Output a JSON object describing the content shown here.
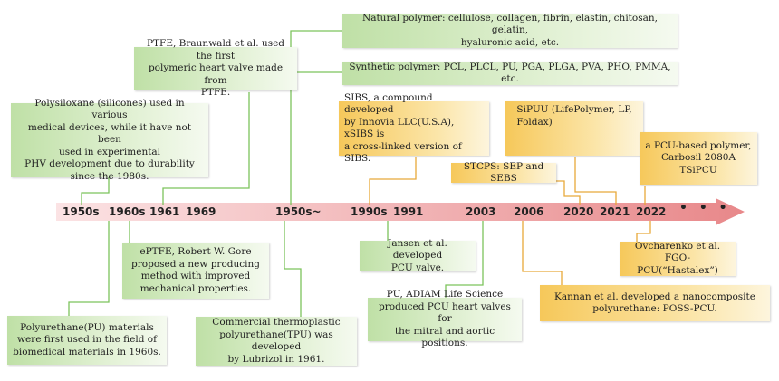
{
  "timeline": {
    "years": [
      "1950s",
      "1960s",
      "1961",
      "1969",
      "1950s~",
      "1990s",
      "1991",
      "2003",
      "2006",
      "2020",
      "2021",
      "2022"
    ],
    "ellipsis": "• • •"
  },
  "events": {
    "natural_polymer": [
      "Natural polymer: cellulose, collagen, fibrin, elastin, chitosan, gelatin,",
      "hyaluronic acid, etc."
    ],
    "synthetic_polymer": [
      "Synthetic polymer: PCL, PLCL, PU, PGA, PLGA, PVA, PHO, PMMA, etc."
    ],
    "ptfe": [
      "PTFE, Braunwald et al. used the first",
      "polymeric heart valve made from",
      "PTFE."
    ],
    "polysiloxane": [
      "Polysiloxane (silicones) used in various",
      "medical devices, while it have not been",
      "used in experimental",
      "PHV development due to durability",
      "since the 1980s."
    ],
    "sibs": [
      "SIBS, a compound developed",
      "by Innovia LLC(U.S.A), xSIBS is",
      "a cross-linked version of SIBS."
    ],
    "sipuu": [
      "SiPUU (LifePolymer, LP,",
      "Foldax)"
    ],
    "stcps": [
      "STCPS: SEP and SEBS"
    ],
    "pcu_based": [
      "a PCU-based polymer,",
      "Carbosil 2080A",
      "TSiPCU"
    ],
    "eptfe": [
      "ePTFE, Robert W. Gore",
      "proposed a new producing",
      "method with improved",
      "mechanical properties."
    ],
    "jansen": [
      "Jansen et al. developed",
      "PCU valve."
    ],
    "ovcharenko": [
      "Ovcharenko et al.",
      "FGO-PCU(“Hastalex”)"
    ],
    "kannan": [
      "Kannan et al. developed a nanocomposite",
      "polyurethane: POSS-PCU."
    ],
    "pu_adiam": [
      "PU, ADIAM Life Science",
      "produced PCU heart valves for",
      "the mitral and aortic positions."
    ],
    "polyurethane": [
      "Polyurethane(PU) materials",
      "were first used in the field of",
      "biomedical materials in 1960s."
    ],
    "tpu": [
      "Commercial thermoplastic",
      "polyurethane(TPU) was developed",
      "by Lubrizol in 1961."
    ]
  },
  "colors": {
    "green_box": "#bfe0a6",
    "orange_box": "#f6c85a",
    "green_line": "#7cc35c",
    "orange_line": "#e8a93a",
    "arrow": "#e8888a"
  }
}
